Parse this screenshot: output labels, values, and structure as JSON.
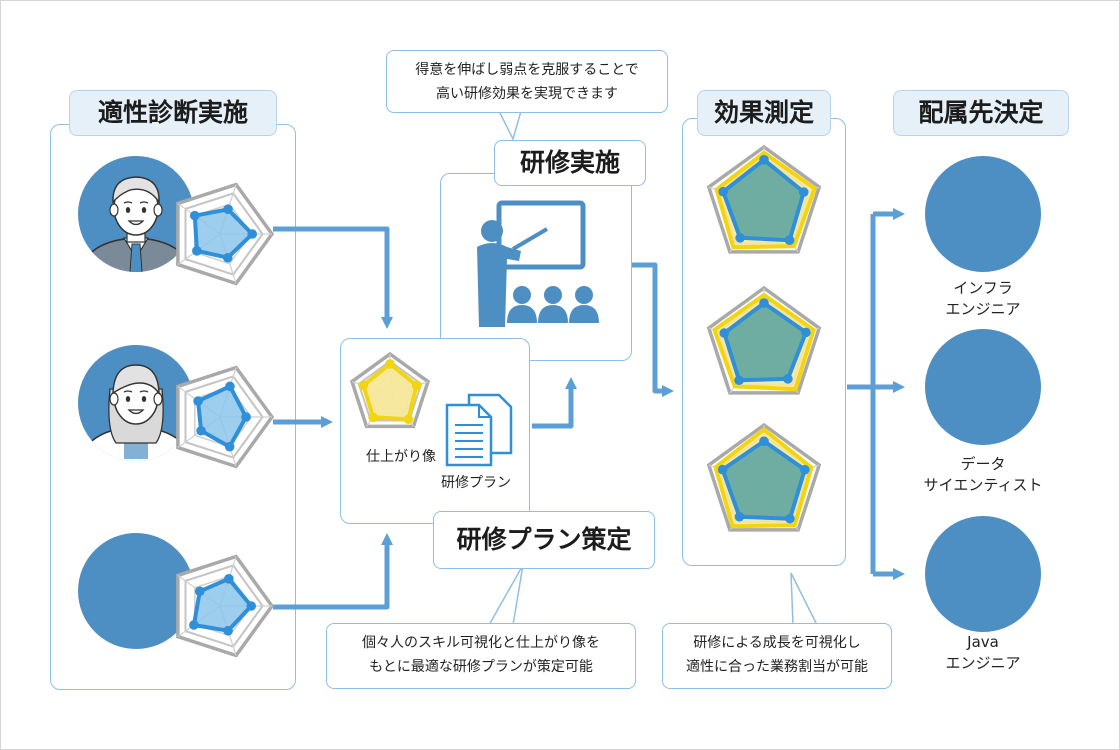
{
  "colors": {
    "accent": "#5b9fd6",
    "panel_border": "#8fbfe2",
    "title_bg": "#e6f0f8",
    "avatar": "#4e8fc3",
    "chart_gray": "#a9a9a9",
    "chart_blue": "#2f8fd8",
    "chart_blue_fill": "#8cc5ea",
    "chart_yellow": "#f2d40f",
    "chart_yellow_fill": "#f7e79a",
    "chart_teal_fill": "#5fa6a2"
  },
  "sections": {
    "aptitude_title": "適性診断実施",
    "training_title": "研修実施",
    "plan_title": "研修プラン策定",
    "effect_title": "効果測定",
    "assignment_title": "配属先決定"
  },
  "callouts": {
    "training": [
      "得意を伸ばし弱点を克服することで",
      "高い研修効果を実現できます"
    ],
    "plan": [
      "個々人のスキル可視化と仕上がり像を",
      "もとに最適な研修プランが策定可能"
    ],
    "effect": [
      "研修による成長を可視化し",
      "適性に合った業務割当が可能"
    ]
  },
  "plan_labels": {
    "finished_image": "仕上がり像",
    "training_plan": "研修プラン"
  },
  "roles": [
    {
      "lines": [
        "インフラ",
        "エンジニア"
      ]
    },
    {
      "lines": [
        "データ",
        "サイエンティスト"
      ]
    },
    {
      "lines": [
        "Java",
        "エンジニア"
      ]
    }
  ],
  "icons": {
    "person_male": "person-male-icon",
    "person_female": "person-female-icon",
    "radar": "radar-chart-icon",
    "presentation": "presentation-icon",
    "document": "document-icon",
    "arrow": "arrow-icon"
  }
}
